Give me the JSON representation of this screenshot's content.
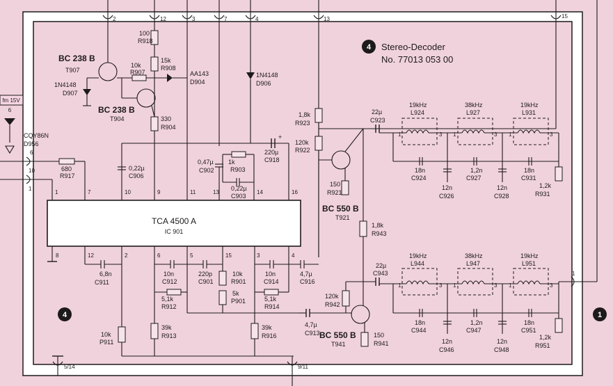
{
  "title": {
    "module_number": "4",
    "name": "Stereo-Decoder",
    "part_no": "No. 77013 053 00"
  },
  "module_badges": {
    "left": "4",
    "right": "1"
  },
  "left_tab": {
    "label": "fm 15V",
    "pin": "6"
  },
  "ic": {
    "name": "TCA 4500 A",
    "ref": "IC 901"
  },
  "connector_pins": {
    "p2": "2",
    "p12": "12",
    "p3": "3",
    "p7": "7",
    "p4": "4",
    "p13": "13",
    "p15": "15",
    "p1": "1",
    "p10": "10",
    "p6": "6",
    "bottom_left": "5/14",
    "bottom_mid": "9/11"
  },
  "ic_pins": {
    "t1": "1",
    "t7": "7",
    "t10": "10",
    "t9": "9",
    "t11": "11",
    "t13": "13",
    "t14": "14",
    "t16": "16",
    "b8": "8",
    "b12": "12",
    "b2": "2",
    "b6": "6",
    "b5": "5",
    "b15": "15",
    "b3": "3",
    "b4": "4"
  },
  "filter_pins": {
    "a1": "1",
    "a3": "3",
    "b1": "1",
    "b3": "3",
    "c1": "1",
    "c3": "3",
    "d1": "1",
    "d3": "3",
    "e1": "1",
    "e3": "3",
    "f1": "1",
    "f3": "3"
  },
  "components": {
    "R918": {
      "value": "100",
      "ref": "R918"
    },
    "R908": {
      "value": "15k",
      "ref": "R908"
    },
    "R907": {
      "value": "10k",
      "ref": "R907"
    },
    "R904": {
      "value": "330",
      "ref": "R904"
    },
    "T907": {
      "value": "BC 238 B",
      "ref": "T907"
    },
    "T904": {
      "value": "BC 238 B",
      "ref": "T904"
    },
    "D907": {
      "value": "1N4148",
      "ref": "D907"
    },
    "D904": {
      "value": "AA143",
      "ref": "D904"
    },
    "D906": {
      "value": "1N4148",
      "ref": "D906"
    },
    "D956": {
      "value": "CQY86N",
      "ref": "D956"
    },
    "R917": {
      "value": "680",
      "ref": "R917"
    },
    "C906": {
      "value": "0,22µ",
      "ref": "C906"
    },
    "C902": {
      "value": "0,47µ",
      "ref": "C902"
    },
    "R903": {
      "value": "1k",
      "ref": "R903"
    },
    "C903": {
      "value": "0,22µ",
      "ref": "C903"
    },
    "C918": {
      "value": "220µ",
      "ref": "C918"
    },
    "R923": {
      "value": "1,8k",
      "ref": "R923"
    },
    "R922": {
      "value": "120k",
      "ref": "R922"
    },
    "R921": {
      "value": "150",
      "ref": "R921"
    },
    "T921": {
      "value": "BC 550 B",
      "ref": "T921"
    },
    "R943": {
      "value": "1,8k",
      "ref": "R943"
    },
    "C923": {
      "value": "22µ",
      "ref": "C923"
    },
    "L924": {
      "value": "19kHz",
      "ref": "L924"
    },
    "L927": {
      "value": "38kHz",
      "ref": "L927"
    },
    "L931": {
      "value": "19kHz",
      "ref": "L931"
    },
    "C924": {
      "value": "18n",
      "ref": "C924"
    },
    "C927": {
      "value": "1,2n",
      "ref": "C927"
    },
    "C931": {
      "value": "18n",
      "ref": "C931"
    },
    "C926": {
      "value": "12n",
      "ref": "C926"
    },
    "C928": {
      "value": "12n",
      "ref": "C928"
    },
    "R931": {
      "value": "1,2k",
      "ref": "R931"
    },
    "C911": {
      "value": "6,8n",
      "ref": "C911"
    },
    "C912": {
      "value": "10n",
      "ref": "C912"
    },
    "C901": {
      "value": "220p",
      "ref": "C901"
    },
    "R901": {
      "value": "10k",
      "ref": "R901"
    },
    "P901": {
      "value": "5k",
      "ref": "P901"
    },
    "C914": {
      "value": "10n",
      "ref": "C914"
    },
    "C916": {
      "value": "4,7µ",
      "ref": "C916"
    },
    "R912": {
      "value": "5,1k",
      "ref": "R912"
    },
    "R914": {
      "value": "5,1k",
      "ref": "R914"
    },
    "P911": {
      "value": "10k",
      "ref": "P911"
    },
    "R913": {
      "value": "39k",
      "ref": "R913"
    },
    "R916": {
      "value": "39k",
      "ref": "R916"
    },
    "C913": {
      "value": "4,7µ",
      "ref": "C913"
    },
    "R942": {
      "value": "120k",
      "ref": "R942"
    },
    "T941": {
      "value": "BC 550 B",
      "ref": "T941"
    },
    "R941": {
      "value": "150",
      "ref": "R941"
    },
    "C943": {
      "value": "22µ",
      "ref": "C943"
    },
    "L944": {
      "value": "19kHz",
      "ref": "L944"
    },
    "L947": {
      "value": "38kHz",
      "ref": "L947"
    },
    "L951": {
      "value": "19kHz",
      "ref": "L951"
    },
    "C944": {
      "value": "18n",
      "ref": "C944"
    },
    "C947": {
      "value": "1,2n",
      "ref": "C947"
    },
    "C951": {
      "value": "18n",
      "ref": "C951"
    },
    "C946": {
      "value": "12n",
      "ref": "C946"
    },
    "C948": {
      "value": "12n",
      "ref": "C948"
    },
    "R951": {
      "value": "1,2k",
      "ref": "R951"
    }
  }
}
